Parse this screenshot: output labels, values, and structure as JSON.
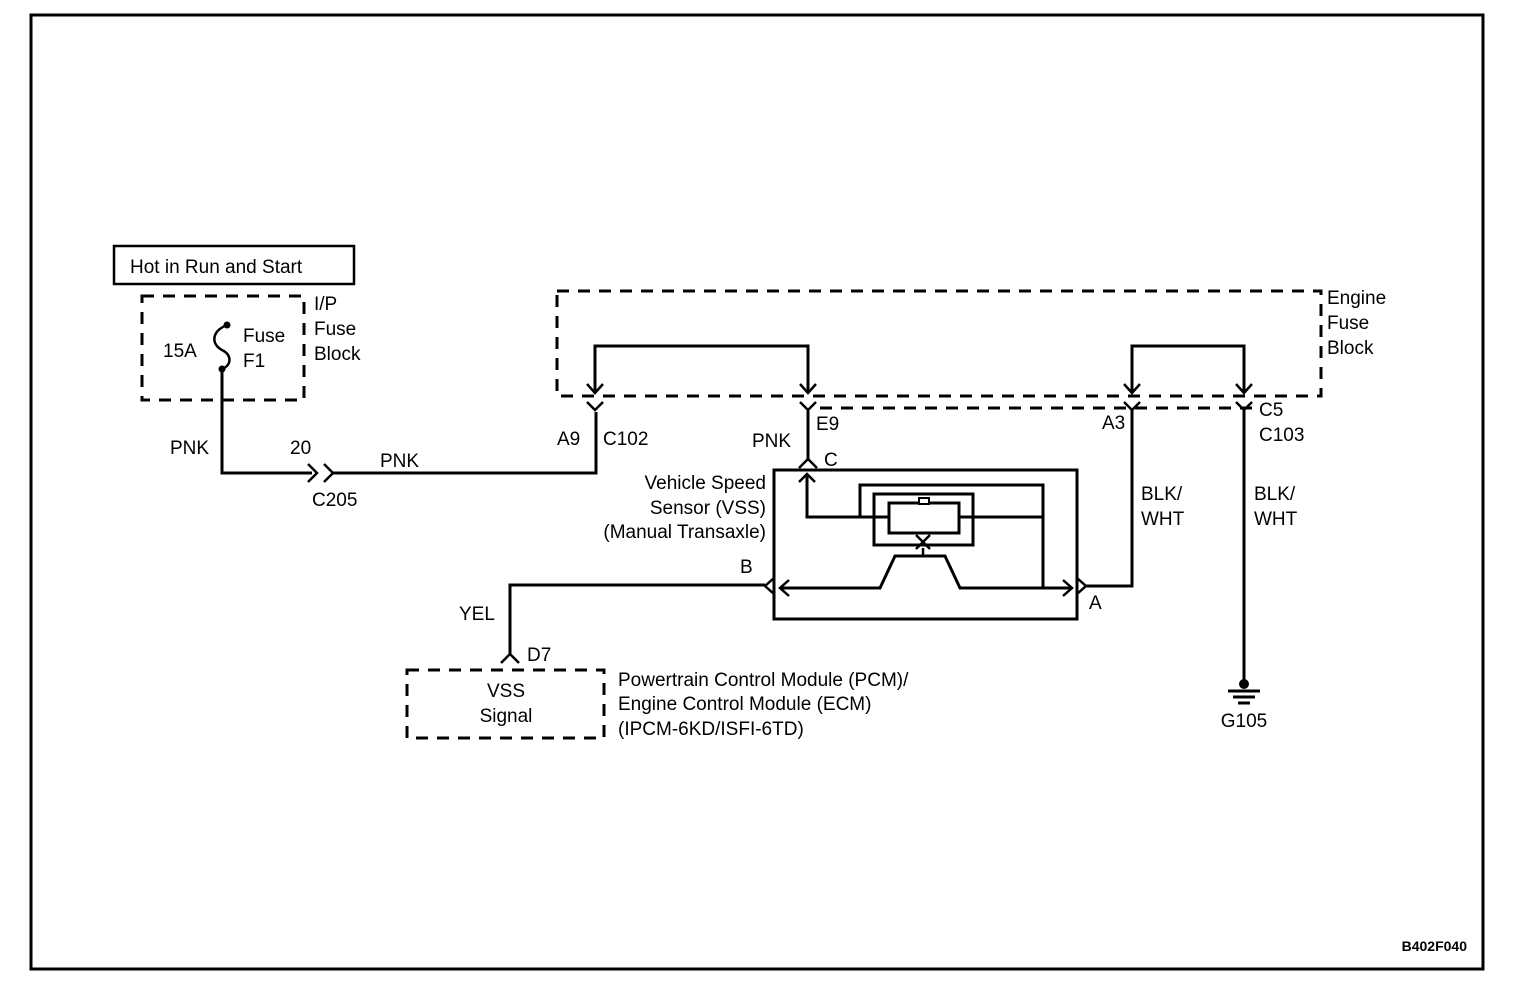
{
  "diagram": {
    "title_box": "Hot in Run and Start",
    "figure_id": "B402F040",
    "ip_fuse_block": {
      "label_lines": [
        "I/P",
        "Fuse",
        "Block"
      ],
      "fuse_rating": "15A",
      "fuse_name_lines": [
        "Fuse",
        "F1"
      ]
    },
    "engine_fuse_block": {
      "label_lines": [
        "Engine",
        "Fuse",
        "Block"
      ]
    },
    "wires": {
      "pnk_1": "PNK",
      "pnk_2": "PNK",
      "pnk_3": "PNK",
      "yel": "YEL",
      "blk_wht_1": [
        "BLK/",
        "WHT"
      ],
      "blk_wht_2": [
        "BLK/",
        "WHT"
      ]
    },
    "connectors": {
      "c205": {
        "name": "C205",
        "pin": "20"
      },
      "c102": {
        "name": "C102",
        "pins": [
          "A9",
          "E9"
        ]
      },
      "c103": {
        "name": "C103",
        "pins": [
          "A3",
          "C5"
        ]
      },
      "vss_pins": [
        "C",
        "B",
        "A"
      ],
      "pcm_pin": "D7"
    },
    "vss": {
      "label_lines": [
        "Vehicle Speed",
        "Sensor (VSS)",
        "(Manual Transaxle)"
      ]
    },
    "pcm": {
      "inner_lines": [
        "VSS",
        "Signal"
      ],
      "label_lines": [
        "Powertrain Control Module (PCM)/",
        "Engine Control Module (ECM)",
        "(IPCM-6KD/ISFI-6TD)"
      ]
    },
    "ground": {
      "name": "G105"
    }
  }
}
